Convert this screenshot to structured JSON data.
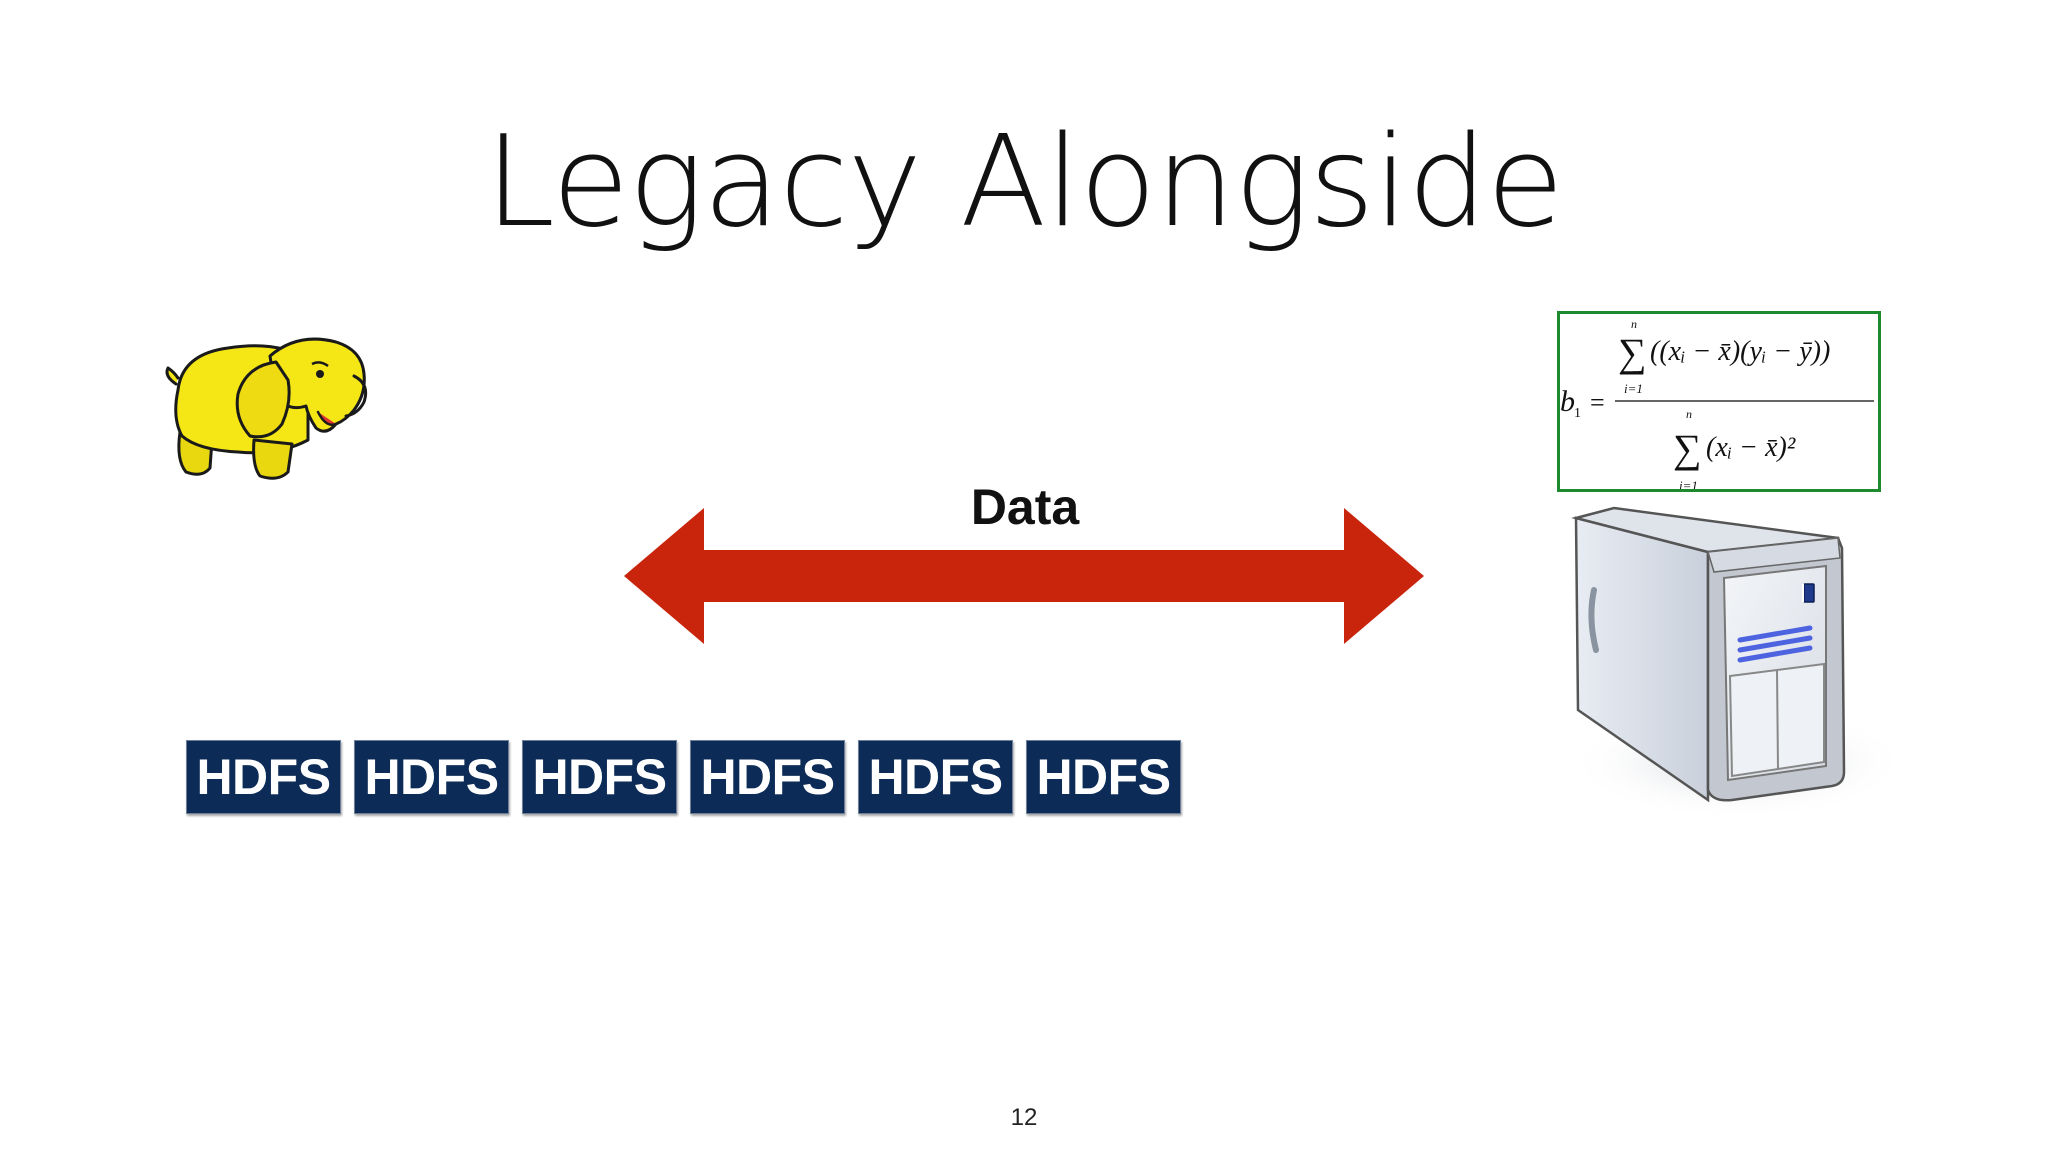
{
  "slide": {
    "title": "Legacy Alongside",
    "arrow_label": "Data",
    "page_number": "12",
    "hdfs_blocks": [
      "HDFS",
      "HDFS",
      "HDFS",
      "HDFS",
      "HDFS",
      "HDFS"
    ],
    "formula": {
      "lhs": "b",
      "lhs_sub": "1",
      "equals": "=",
      "sum_upper": "n",
      "sum_lower": "i=1",
      "numerator": "((xᵢ − x̄)(yᵢ − ȳ))",
      "denominator": "(xᵢ − x̄)²"
    }
  },
  "colors": {
    "arrow": "#c8250c",
    "hdfs_bg": "#0d2b57",
    "formula_border": "#1d8a2f",
    "elephant": "#f5e616"
  },
  "icons": [
    "hadoop-elephant-icon",
    "server-tower-icon",
    "double-arrow-icon"
  ]
}
